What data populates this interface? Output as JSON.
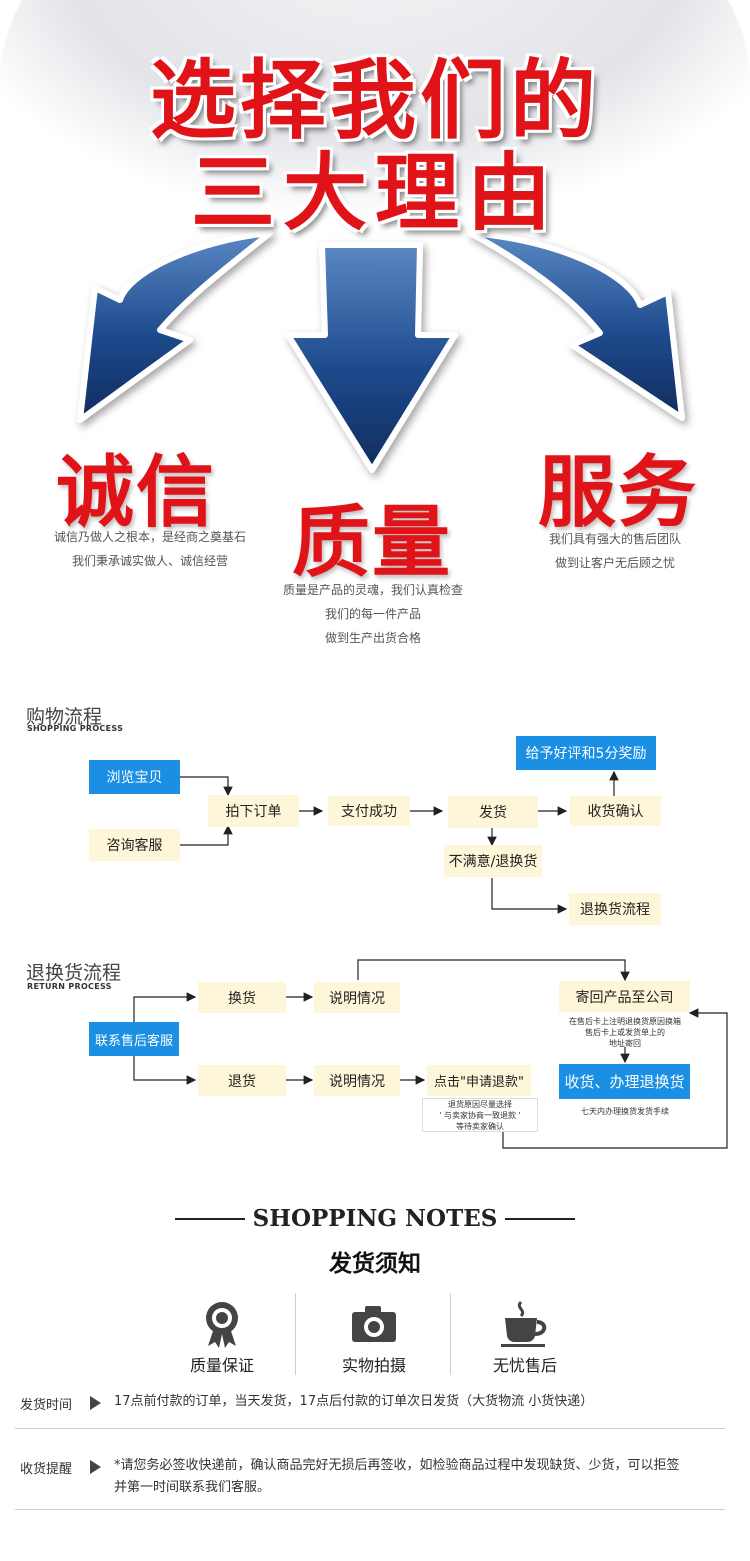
{
  "hero": {
    "title_line1": "选择我们的",
    "title_line2": "三大理由",
    "reasons": [
      {
        "word": "诚信",
        "desc": [
          "诚信乃做人之根本，是经商之奠基石",
          "我们秉承诚实做人、诚信经营"
        ]
      },
      {
        "word": "质量",
        "desc": [
          "质量是产品的灵魂，我们认真检查",
          "我们的每一件产品",
          "做到生产出货合格"
        ]
      },
      {
        "word": "服务",
        "desc": [
          "我们具有强大的售后团队",
          "做到让客户无后顾之忧"
        ]
      }
    ],
    "colors": {
      "red": "#e01318",
      "arrow_blue": "#1c3f7d"
    }
  },
  "shopping_process": {
    "title": "购物流程",
    "subtitle": "SHOPPING PROCESS",
    "browse": "浏览宝贝",
    "consult": "咨询客服",
    "order": "拍下订单",
    "pay": "支付成功",
    "ship": "发货",
    "receive": "收货确认",
    "review": "给予好评和5分奖励",
    "unsatisfied": "不满意/退换货",
    "return_flow": "退换货流程"
  },
  "return_process": {
    "title": "退换货流程",
    "subtitle": "RETURN PROCESS",
    "contact": "联系售后客服",
    "exchange": "换货",
    "refund": "退货",
    "explain1": "说明情况",
    "explain2": "说明情况",
    "apply": "点击\"申请退款\"",
    "apply_note": [
      "退货原因尽量选择",
      "' 与卖家协商一致退款 '",
      "等待卖家确认"
    ],
    "send_back": "寄回产品至公司",
    "send_note": [
      "在售后卡上注明退换货原因换箱",
      "售后卡上或发货单上的",
      "地址寄回"
    ],
    "receive_exchange": "收货、办理退换货",
    "receive_note": "七天内办理换货发货手续"
  },
  "notes": {
    "title_en": "SHOPPING NOTES",
    "title_cn": "发货须知",
    "features": [
      {
        "icon": "medal-icon",
        "label": "质量保证"
      },
      {
        "icon": "camera-icon",
        "label": "实物拍摄"
      },
      {
        "icon": "coffee-cup-icon",
        "label": "无忧售后"
      }
    ],
    "ship_time_label": "发货时间",
    "ship_time_text": "17点前付款的订单，当天发货，17点后付款的订单次日发货（大货物流 小货快递）",
    "receipt_label": "收货提醒",
    "receipt_line1": "*请您务必签收快递前，确认商品完好无损后再签收，如检验商品过程中发现缺货、少货，可以拒签",
    "receipt_line2": "并第一时间联系我们客服。"
  }
}
